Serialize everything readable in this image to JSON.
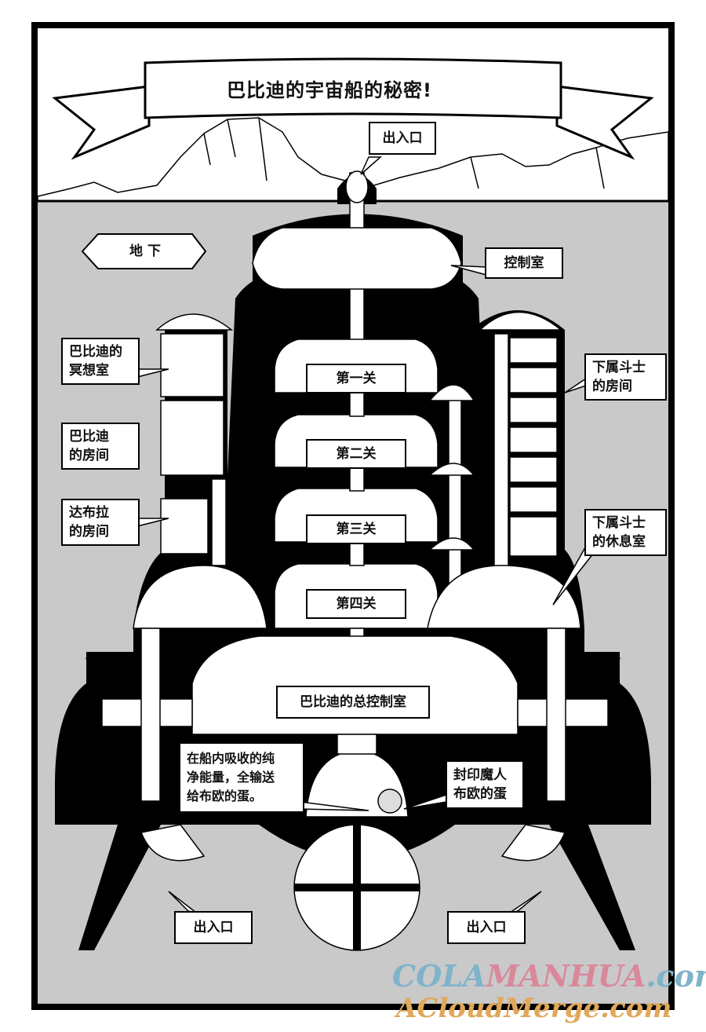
{
  "title": "巴比迪的宇宙船的秘密!",
  "underground_tag": "地 下",
  "labels": {
    "entrance_top": "出入口",
    "control_room": "控制室",
    "meditation_room": "巴比迪的\n冥想室",
    "babidi_room": "巴比迪\n的房间",
    "dabura_room": "达布拉\n的房间",
    "minion_rooms": "下属斗士\n的房间",
    "minion_rest": "下属斗士\n的休息室",
    "stage1": "第一关",
    "stage2": "第二关",
    "stage3": "第三关",
    "stage4": "第四关",
    "main_control": "巴比迪的总控制室",
    "energy_note": "在船内吸收的纯\n净能量，全输送\n给布欧的蛋。",
    "buu_egg": "封印魔人\n布欧的蛋",
    "entrance_left": "出入口",
    "entrance_right": "出入口"
  },
  "watermark": {
    "line1_a": "COLA",
    "line1_b": "MANHUA",
    "line1_c": ".com",
    "line2": "ACloudMerge.com"
  },
  "colors": {
    "ground": "#c9c9c9",
    "ship": "#000000",
    "room": "#ffffff"
  }
}
